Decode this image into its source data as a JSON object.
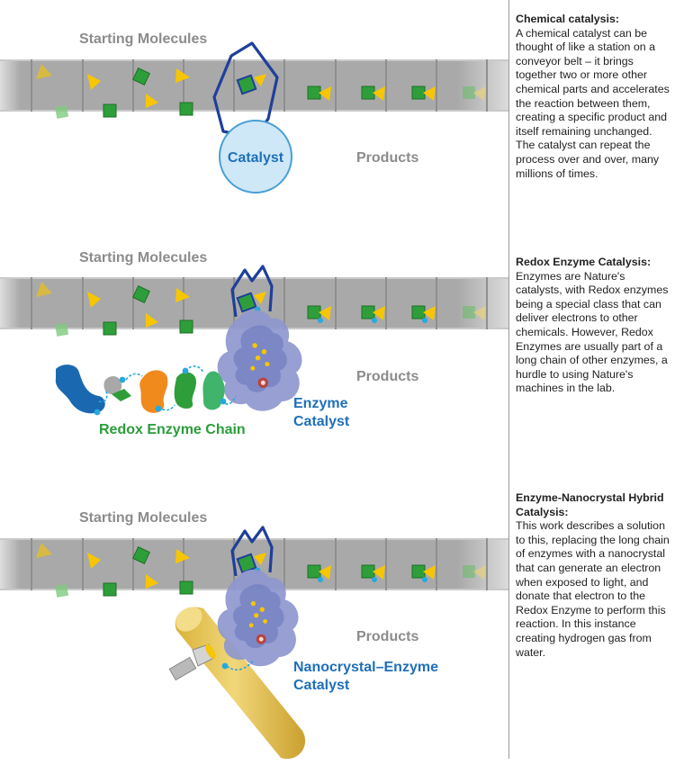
{
  "colors": {
    "belt": "#a9a9a9",
    "belt_edge": "#cfcfcf",
    "belt_seam": "#8f8f8f",
    "label_gray": "#8c8c8c",
    "blue_text": "#1f6fb8",
    "green_text": "#2a9d3a",
    "square_green": "#2e9e3a",
    "triangle_yellow": "#f7c600",
    "catalyst_fill": "#cfe8f8",
    "catalyst_stroke": "#4a9fd6",
    "tether_navy": "#1f3f9a",
    "enzyme_purple": "#8e97cf",
    "nanocrystal_gold": "#e7c54b",
    "electron_blue": "#27a8e0"
  },
  "panel1": {
    "starting_label": "Starting Molecules",
    "catalyst_label": "Catalyst",
    "products_label": "Products",
    "title": "Chemical catalysis:",
    "body": "A chemical catalyst can be thought of like a station on a conveyor belt – it brings together two or more other chemical parts and accelerates the reaction between them, creating a specific product and itself remaining unchanged. The catalyst can repeat the process over and over, many millions of times."
  },
  "panel2": {
    "starting_label": "Starting Molecules",
    "products_label": "Products",
    "chain_label": "Redox Enzyme Chain",
    "enzyme_label_line1": "Enzyme",
    "enzyme_label_line2": "Catalyst",
    "title": "Redox Enzyme Catalysis:",
    "body": "Enzymes are Nature's catalysts, with Redox enzymes being a special class that can deliver electrons to other chemicals. However, Redox Enzymes are usually part of a long chain of other enzymes, a hurdle to using Nature's machines in the lab."
  },
  "panel3": {
    "starting_label": "Starting Molecules",
    "products_label": "Products",
    "hybrid_label_line1": "Nanocrystal–Enzyme",
    "hybrid_label_line2": "Catalyst",
    "title": "Enzyme-Nanocrystal Hybrid Catalysis:",
    "body": "This work describes a solution to this, replacing the long chain of enzymes with a nanocrystal that can generate an electron when exposed to light, and donate that electron to the Redox Enzyme to perform this reaction. In this instance creating hydrogen gas from water."
  },
  "icons": {
    "starting_molecule_square": "green-square-icon",
    "starting_molecule_triangle": "yellow-triangle-icon",
    "product_molecule": "square-triangle-product-icon",
    "light_source": "flashlight-icon",
    "electron": "electron-dot-icon"
  }
}
